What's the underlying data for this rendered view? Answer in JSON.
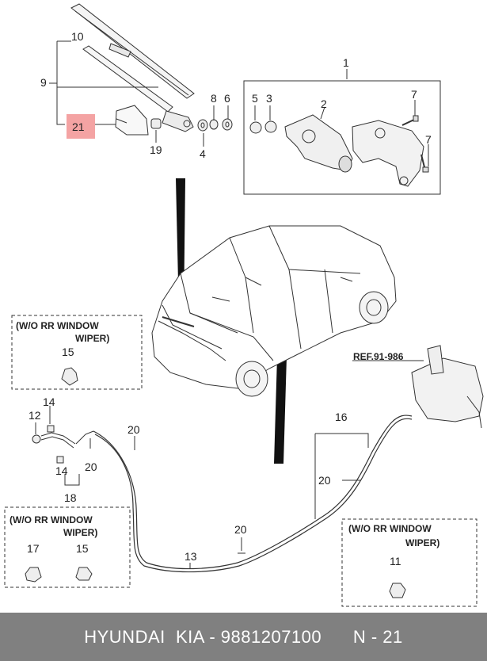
{
  "labels": {
    "p1": "1",
    "p2": "2",
    "p3": "3",
    "p4": "4",
    "p5": "5",
    "p6": "6",
    "p7a": "7",
    "p7b": "7",
    "p8": "8",
    "p9": "9",
    "p10": "10",
    "p11": "11",
    "p12": "12",
    "p13": "13",
    "p14a": "14",
    "p14b": "14",
    "p15a": "15",
    "p15b": "15",
    "p16": "16",
    "p17": "17",
    "p18": "18",
    "p19": "19",
    "p20a": "20",
    "p20b": "20",
    "p20c": "20",
    "p20d": "20",
    "p21": "21"
  },
  "ref_label": "REF.91-986",
  "notes": {
    "left_top": [
      "(W/O RR WINDOW",
      "WIPER)"
    ],
    "left_bottom": [
      "(W/O RR WINDOW",
      "WIPER)"
    ],
    "right_bottom": [
      "(W/O RR WINDOW",
      "WIPER)"
    ]
  },
  "highlight_color": "#f4a3a3",
  "footer": {
    "brand": "HYUNDAI  KIA",
    "sep": " - ",
    "part_number": "9881207100",
    "page": "N - 21"
  }
}
